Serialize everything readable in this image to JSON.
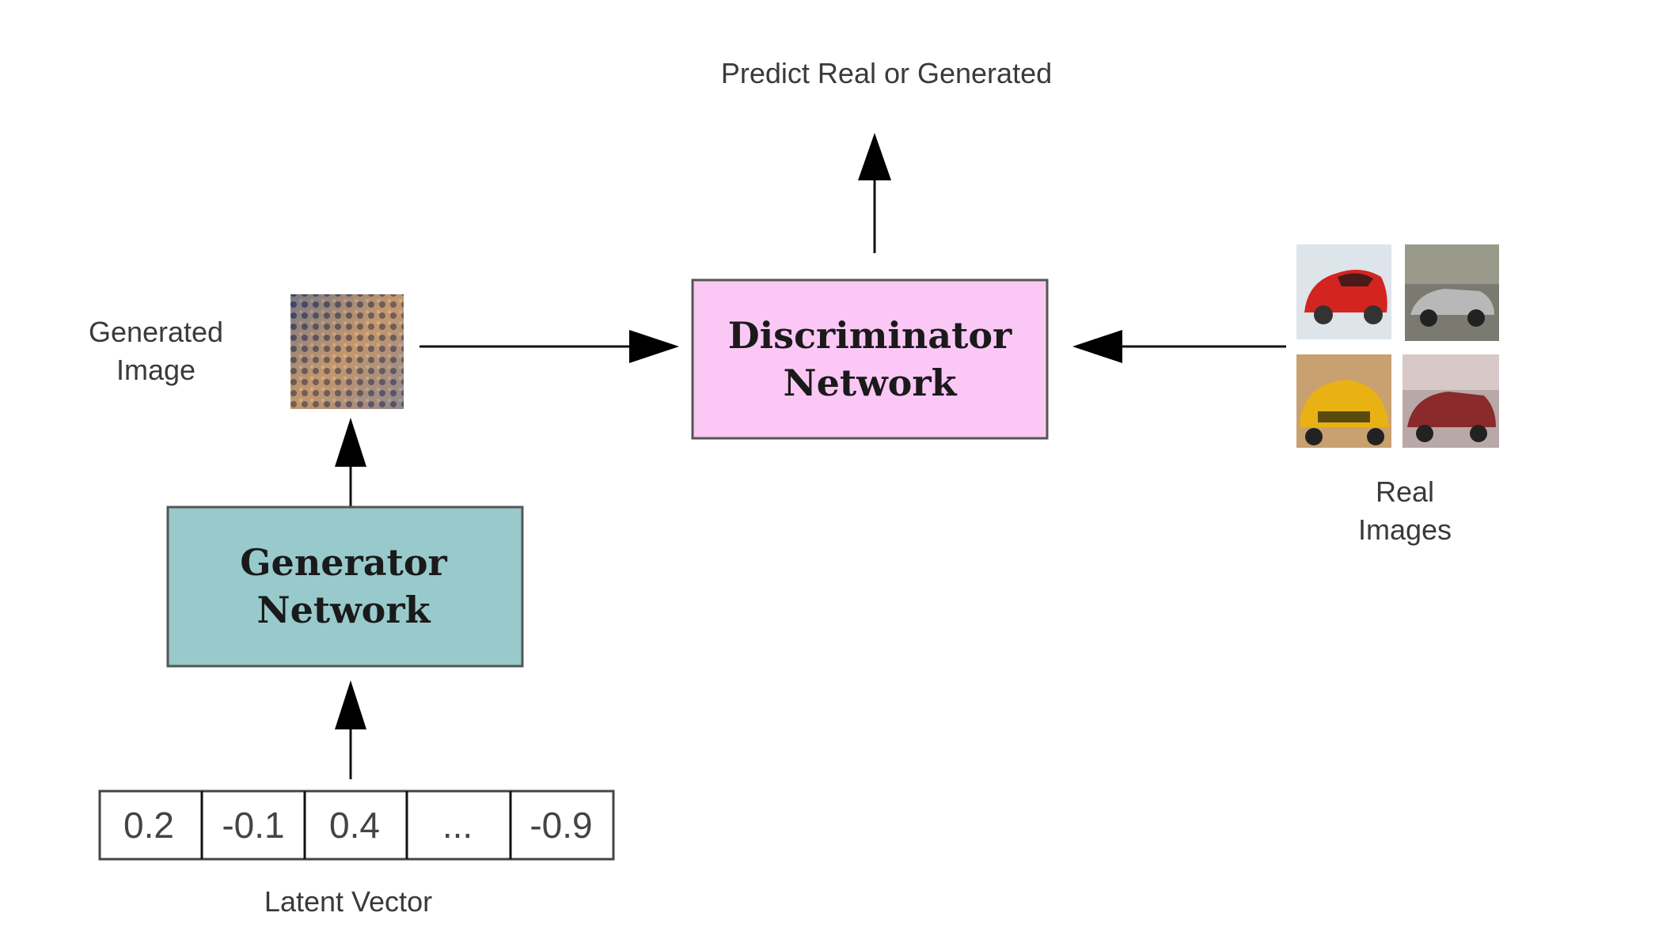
{
  "output_label": "Predict Real or Generated",
  "discriminator": {
    "line1": "Discriminator",
    "line2": "Network",
    "fill": "#fbc8f6"
  },
  "generator": {
    "line1": "Generator",
    "line2": "Network",
    "fill": "#98cacc"
  },
  "generated_image_label": {
    "line1": "Generated",
    "line2": "Image"
  },
  "real_images_label": {
    "line1": "Real",
    "line2": "Images"
  },
  "latent_vector": {
    "cells": [
      "0.2",
      "-0.1",
      "0.4",
      "...",
      "-0.9"
    ],
    "label": "Latent Vector"
  },
  "real_image_colors": [
    "#d4241f",
    "#9a9a9a",
    "#e8b214",
    "#8a2a2a"
  ]
}
